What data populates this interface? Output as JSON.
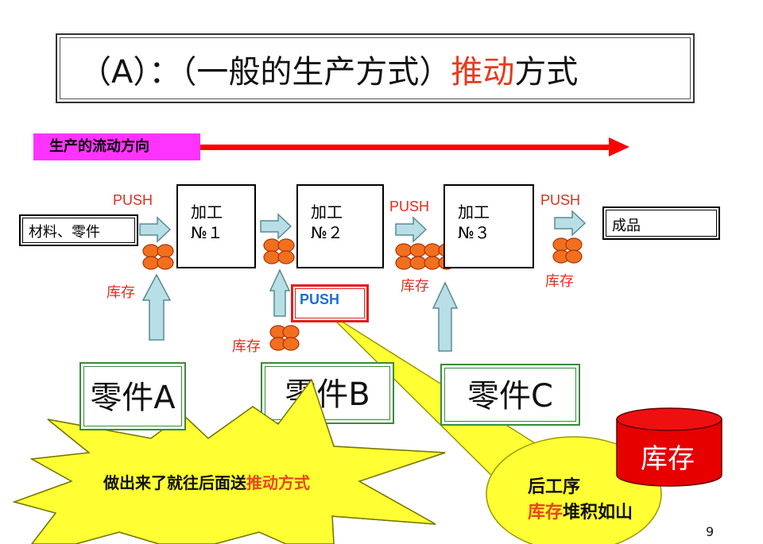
{
  "title": {
    "prefix": "（A）：（一般的生产方式）",
    "accent": "推动",
    "suffix": "方式"
  },
  "flow_label": "生产的流动方向",
  "materials": "材料、零件",
  "process_1": {
    "line1": "加工",
    "line2": "№１"
  },
  "process_2": {
    "line1": "加工",
    "line2": "№２"
  },
  "process_3": {
    "line1": "加工",
    "line2": "№３"
  },
  "finished": "成品",
  "push_label": "PUSH",
  "stock_label": "库存",
  "parts": {
    "a": "零件A",
    "b": "零件B",
    "c": "零件C"
  },
  "push_box": "PUSH",
  "burst": {
    "prefix": "做出来了就往后面送",
    "accent": "推动方式"
  },
  "bubble": {
    "line1": "后工序",
    "accent": "库存",
    "suffix": "堆积如山"
  },
  "cylinder": "库存",
  "page_number": "9",
  "colors": {
    "accent_red": "#e83a1c",
    "flow_arrow": "#ff0000",
    "label_bg": "#ff33ff",
    "arrow_fill": "#b8dfe6",
    "stock_orange": "#f07020",
    "burst_yellow": "#ffff33",
    "cylinder_red": "#e60000"
  }
}
